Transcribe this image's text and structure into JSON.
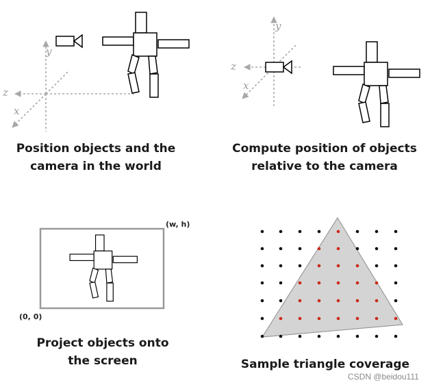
{
  "captions": {
    "world": [
      "Position objects and the",
      "camera in the world"
    ],
    "camera": [
      "Compute position of objects",
      "relative to the camera"
    ],
    "project": [
      "Project objects onto",
      "the screen"
    ],
    "sample": [
      "Sample triangle coverage"
    ]
  },
  "axes": {
    "x": "x",
    "y": "y",
    "z": "z"
  },
  "screen": {
    "top_right": "(w, h)",
    "bottom_left": "(0, 0)"
  },
  "watermark": "CSDN @beidou111",
  "colors": {
    "axis": "#a8a8a8",
    "triangle_fill": "#d4d4d4",
    "covered_sample": "#cc2a1a",
    "uncovered_sample": "#111111"
  }
}
